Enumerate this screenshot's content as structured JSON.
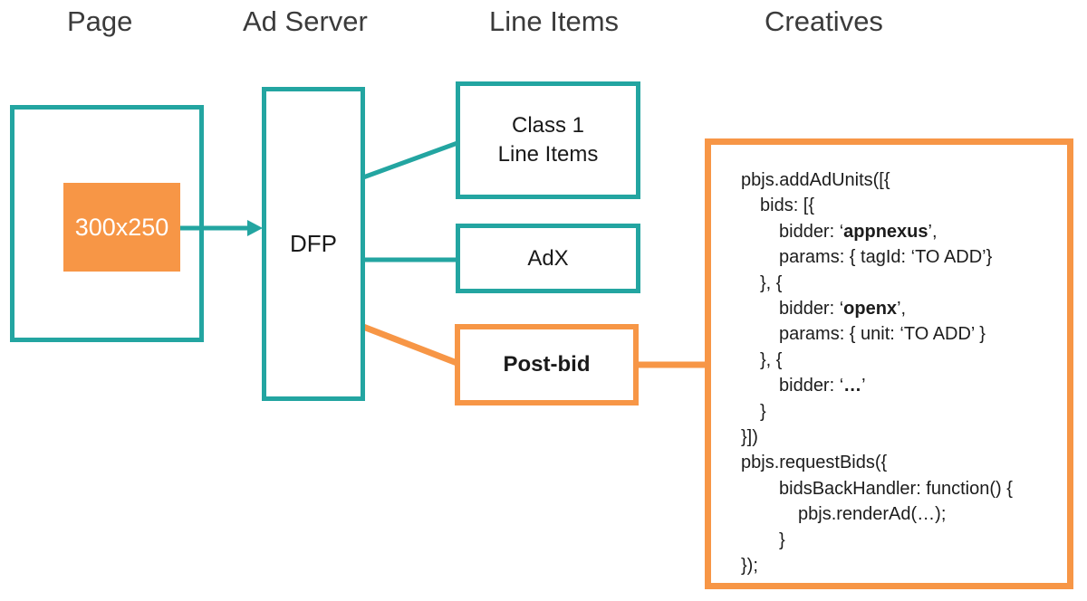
{
  "colors": {
    "teal": "#23A5A1",
    "orange": "#F79646",
    "heading_text": "#3B3B3B",
    "box_text": "#1A1A1A",
    "code_text": "#1C1C1C",
    "ad_slot_text": "#FFFFFF",
    "background": "#FFFFFF"
  },
  "headers": {
    "page": "Page",
    "ad_server": "Ad Server",
    "line_items": "Line Items",
    "creatives": "Creatives"
  },
  "diagram": {
    "page_box": {
      "ad_slot_label": "300x250"
    },
    "ad_server_box": {
      "label": "DFP"
    },
    "line_items": {
      "class1": {
        "label_line1": "Class 1",
        "label_line2": "Line Items"
      },
      "adx": {
        "label": "AdX"
      },
      "postbid": {
        "label": "Post-bid"
      }
    }
  },
  "code": {
    "lines": [
      {
        "indent": 0,
        "segments": [
          {
            "text": "pbjs.addAdUnits([{"
          }
        ]
      },
      {
        "indent": 1,
        "segments": [
          {
            "text": "bids: [{"
          }
        ]
      },
      {
        "indent": 2,
        "segments": [
          {
            "text": "bidder: ‘"
          },
          {
            "text": "appnexus",
            "bold": true
          },
          {
            "text": "’,"
          }
        ]
      },
      {
        "indent": 2,
        "segments": [
          {
            "text": "params: { tagId: ‘TO ADD’}"
          }
        ]
      },
      {
        "indent": 1,
        "segments": [
          {
            "text": "}, {"
          }
        ]
      },
      {
        "indent": 2,
        "segments": [
          {
            "text": "bidder: ‘"
          },
          {
            "text": "openx",
            "bold": true
          },
          {
            "text": "’,"
          }
        ]
      },
      {
        "indent": 2,
        "segments": [
          {
            "text": "params: { unit: ‘TO ADD’ }"
          }
        ]
      },
      {
        "indent": 1,
        "segments": [
          {
            "text": "}, {"
          }
        ]
      },
      {
        "indent": 2,
        "segments": [
          {
            "text": "bidder: ‘"
          },
          {
            "text": "…",
            "bold": true
          },
          {
            "text": "’"
          }
        ]
      },
      {
        "indent": 1,
        "segments": [
          {
            "text": "}"
          }
        ]
      },
      {
        "indent": 0,
        "segments": [
          {
            "text": "}])"
          }
        ]
      },
      {
        "indent": 0,
        "segments": [
          {
            "text": "pbjs.requestBids({"
          }
        ]
      },
      {
        "indent": 2,
        "segments": [
          {
            "text": "bidsBackHandler: function() {"
          }
        ]
      },
      {
        "indent": 3,
        "segments": [
          {
            "text": "pbjs.renderAd(…);"
          }
        ]
      },
      {
        "indent": 2,
        "segments": [
          {
            "text": "}"
          }
        ]
      },
      {
        "indent": 0,
        "segments": [
          {
            "text": "});"
          }
        ]
      }
    ]
  }
}
